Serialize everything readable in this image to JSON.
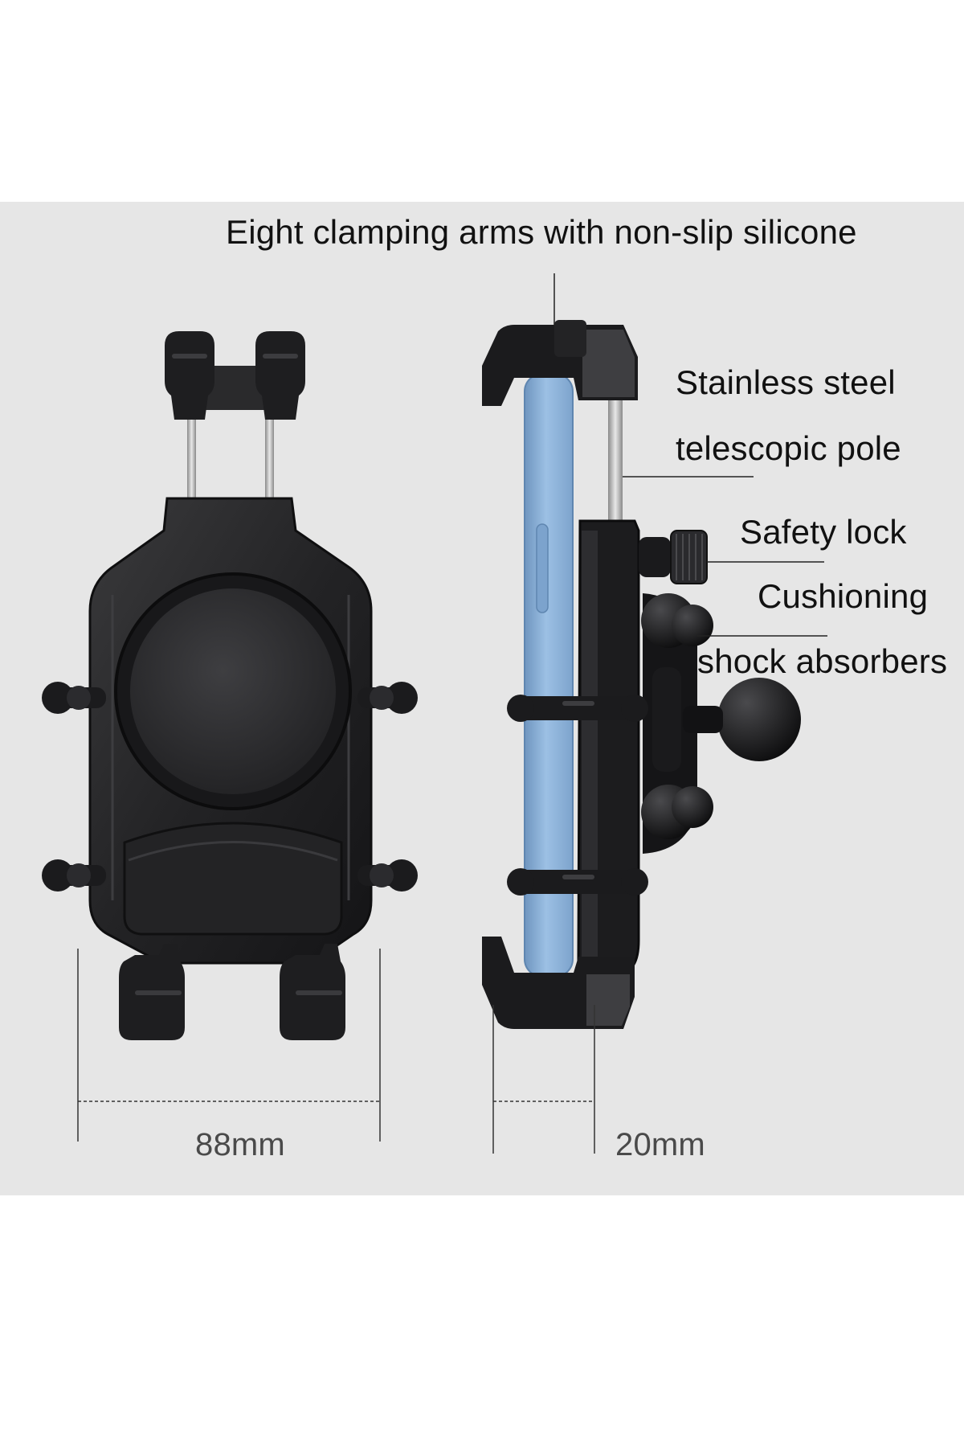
{
  "callouts": {
    "clamping_arms": "Eight clamping arms with non-slip silicone",
    "pole_line1": "Stainless steel",
    "pole_line2": "telescopic pole",
    "safety_lock": "Safety lock",
    "cushion_line1": "Cushioning",
    "cushion_line2": "shock absorbers"
  },
  "dimensions": {
    "width": "88mm",
    "depth": "20mm"
  },
  "colors": {
    "panel_background": "#e6e6e6",
    "holder_body": "#1c1c1e",
    "phone_case": "#8fb4da"
  }
}
